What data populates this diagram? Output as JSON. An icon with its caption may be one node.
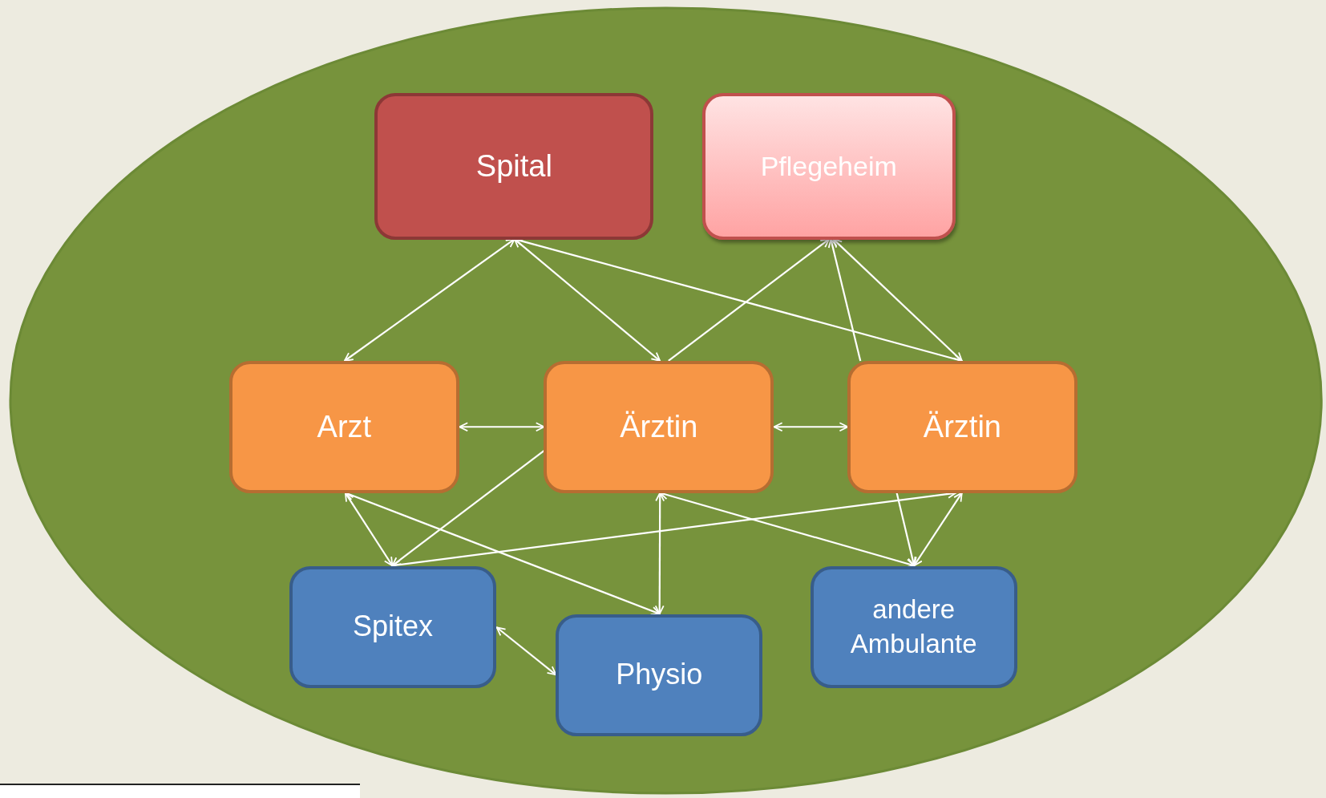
{
  "diagram": {
    "nodes": [
      {
        "text": [],
        "shape": "ellipse"
      },
      {
        "text": [
          "Spital"
        ],
        "in": 0
      },
      {
        "text": [
          "Pflegeheim"
        ],
        "in": 0
      },
      {
        "text": [
          "Arzt"
        ],
        "in": 0
      },
      {
        "text": [
          "Ärztin"
        ],
        "in": 0
      },
      {
        "text": [
          "Ärztin"
        ],
        "in": 0
      },
      {
        "text": [
          "Spitex"
        ],
        "in": 0
      },
      {
        "text": [
          "Physio"
        ],
        "in": 0
      },
      {
        "text": [
          "andere Ambulante"
        ],
        "in": 0
      },
      {
        "text": [],
        "shape": "bar"
      }
    ],
    "edges": [
      {
        "from": 1,
        "to": 3,
        "arrow": "both"
      },
      {
        "from": 1,
        "to": 4,
        "arrow": "both"
      },
      {
        "from": 1,
        "to": 5,
        "arrow": "both"
      },
      {
        "from": 4,
        "to": 2,
        "arrow": "to"
      },
      {
        "from": 5,
        "to": 2,
        "arrow": "to"
      },
      {
        "from": 2,
        "to": 5,
        "arrow": "both"
      },
      {
        "from": 3,
        "to": 4,
        "arrow": "both"
      },
      {
        "from": 4,
        "to": 5,
        "arrow": "both"
      },
      {
        "from": 4,
        "to": 6,
        "arrow": "to"
      },
      {
        "from": 3,
        "to": 6,
        "arrow": "both"
      },
      {
        "from": 3,
        "to": 7,
        "arrow": "both"
      },
      {
        "from": 4,
        "to": 7,
        "arrow": "both"
      },
      {
        "from": 4,
        "to": 8,
        "arrow": "both"
      },
      {
        "from": 6,
        "to": 5,
        "arrow": "both"
      },
      {
        "from": 5,
        "to": 8,
        "arrow": "to"
      },
      {
        "from": 8,
        "to": 5,
        "arrow": "both"
      },
      {
        "from": 6,
        "to": 7,
        "arrow": "both"
      }
    ]
  }
}
